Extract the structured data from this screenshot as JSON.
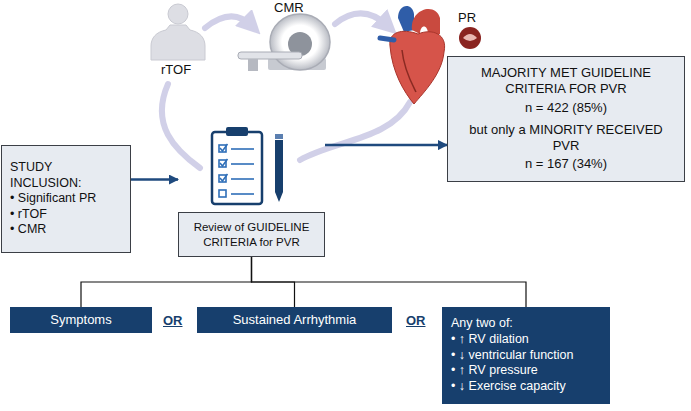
{
  "diagram": {
    "nodes": [
      {
        "text": [
          "STUDY INCLUSION:",
          "• Significant PR",
          "• rTOF",
          "• CMR"
        ]
      },
      {
        "text": [
          "Review of GUIDELINE CRITERIA for PVR"
        ]
      },
      {
        "text": [
          "MAJORITY MET GUIDELINE CRITERIA FOR PVR",
          "n = 422 (85%)",
          "but only a MINORITY RECEIVED PVR",
          "n = 167 (34%)"
        ]
      },
      {
        "text": [
          "Symptoms"
        ]
      },
      {
        "text": [
          "Sustained Arrhythmia"
        ]
      },
      {
        "text": [
          "Any two of:",
          "• ↑ RV dilation",
          "• ↓ ventricular function",
          "• ↑ RV pressure",
          "• ↓ Exercise capacity"
        ]
      }
    ],
    "edges": [
      {
        "from": 0,
        "to": 1,
        "arrow": "to"
      },
      {
        "from": 1,
        "to": 2,
        "arrow": "to"
      },
      {
        "from": 1,
        "to": 3,
        "arrow": "none"
      },
      {
        "from": 1,
        "to": 4,
        "arrow": "none"
      },
      {
        "from": 1,
        "to": 5,
        "arrow": "none"
      }
    ],
    "labels": [
      "rTOF",
      "CMR",
      "PR",
      "OR",
      "OR"
    ]
  }
}
